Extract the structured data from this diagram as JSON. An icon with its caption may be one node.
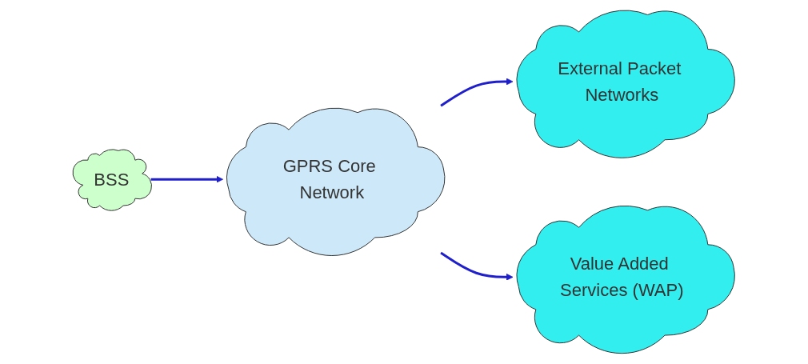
{
  "diagram": {
    "nodes": [
      {
        "text": [
          "BSS"
        ]
      },
      {
        "text": [
          "GPRS Core Network"
        ]
      },
      {
        "text": [
          "External Packet Networks"
        ]
      },
      {
        "text": [
          "Value Added Services (WAP)"
        ]
      }
    ],
    "edges": [
      {
        "from": 0,
        "to": 1,
        "arrow": "to"
      },
      {
        "from": 1,
        "to": 2,
        "arrow": "to"
      },
      {
        "from": 1,
        "to": 3,
        "arrow": "to"
      }
    ]
  }
}
